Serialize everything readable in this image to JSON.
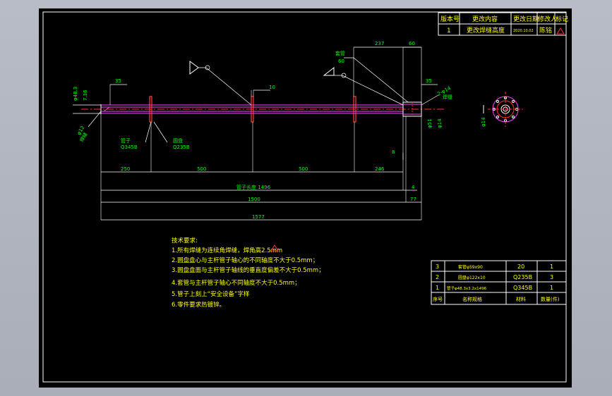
{
  "revision_table": {
    "headers": [
      "版本号",
      "更改内容",
      "更改日期",
      "修改人",
      "标记"
    ],
    "row": [
      "1",
      "更改焊缝高度",
      "2020.10.02",
      "陈铭",
      ""
    ]
  },
  "dimensions": {
    "d237": "237",
    "d60": "60",
    "d35a": "35",
    "d35b": "35",
    "d10": "10",
    "d250": "250",
    "d500a": "500",
    "d500b": "500",
    "d246": "246",
    "pipe_length": "管子长度 1496",
    "d4": "4",
    "d1500": "1500",
    "d77": "77",
    "d1577": "1577",
    "d8": "8",
    "dia14_right": "φ14",
    "dia14_side": "φ14",
    "dia48": "φ48.3",
    "dia76": "7.36",
    "dia12": "φ12",
    "dia51": "φ51"
  },
  "labels": {
    "pipe": "管子",
    "pipe_spec": "Q345B",
    "disc": "圆盘",
    "disc_spec": "Q235B",
    "sleeve": "套管",
    "sleeve_dim": "60",
    "weld_left": "焊缝",
    "weld_right": "焊缝",
    "top_right": "2-φ14"
  },
  "tech_req": {
    "title": "技术要求:",
    "items": [
      "1.所有焊缝为连续角焊缝，焊角高2.5mm",
      "2.圆盘盘心与主杆管子轴心的不同轴度不大于0.5mm；",
      "3.圆盘盘面与主杆管子轴线的垂直度偏差不大于0.5mm；",
      "4.套管与主杆管子轴心不同轴度不大于0.5mm；",
      "5.管子上刻上“安全设备”字样",
      "6.零件要求热镀锌。"
    ]
  },
  "bom": {
    "rows": [
      {
        "no": "3",
        "name": "套管φ59x90",
        "material": "20",
        "qty": "1"
      },
      {
        "no": "2",
        "name": "圆盘φ122x10",
        "material": "Q235B",
        "qty": "3"
      },
      {
        "no": "1",
        "name": "管子φ48.3x3.2x1496",
        "material": "Q345B",
        "qty": "1"
      }
    ],
    "header": {
      "no": "序号",
      "name": "名称规格",
      "material": "材料",
      "qty": "数量(件)"
    }
  },
  "colors": {
    "frame": "#ffffff",
    "dim": "#00ff00",
    "yellow": "#ffff00",
    "red": "#ff3030",
    "magenta": "#ff40ff",
    "cyan": "#00ffff"
  }
}
